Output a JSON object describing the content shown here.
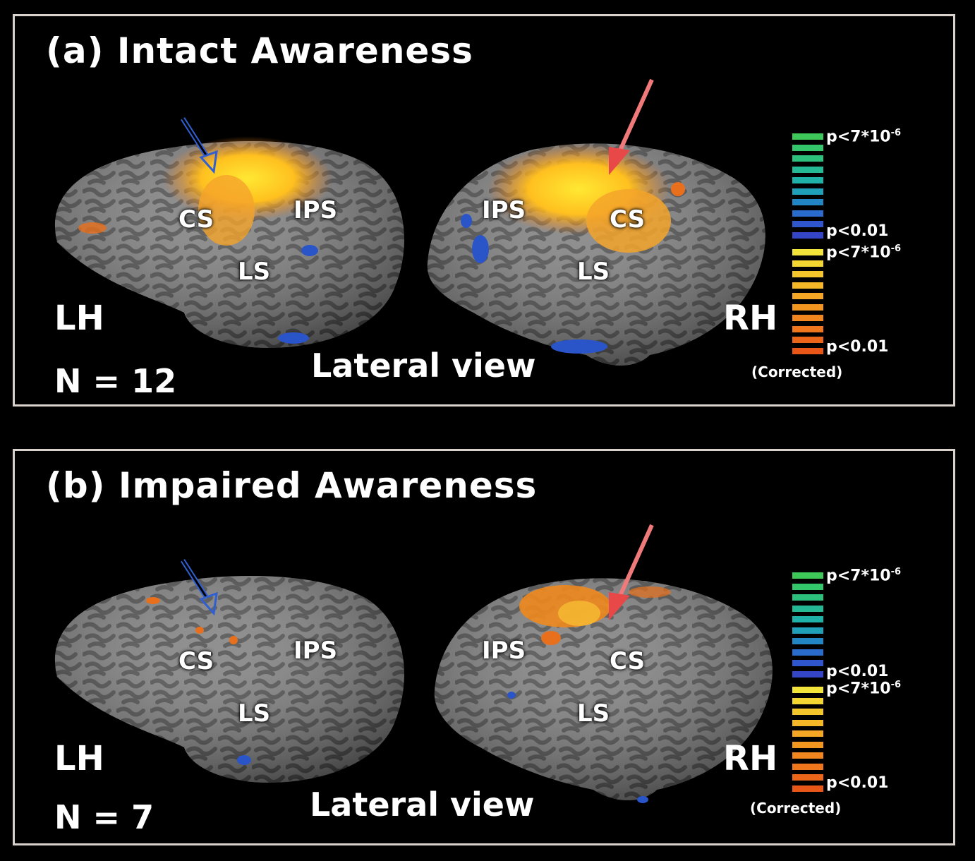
{
  "panel_a": {
    "title": "(a) Intact Awareness",
    "left_hemisphere": "LH",
    "right_hemisphere": "RH",
    "n_label": "N = 12",
    "view_label": "Lateral view",
    "sulci_left": {
      "cs": "CS",
      "ips": "IPS",
      "ls": "LS"
    },
    "sulci_right": {
      "cs": "CS",
      "ips": "IPS",
      "ls": "LS"
    },
    "scale": {
      "cool_top": "p<7*10",
      "cool_top_exp": "-6",
      "cool_bottom": "p<0.01",
      "warm_top": "p<7*10",
      "warm_top_exp": "-6",
      "warm_bottom": "p<0.01",
      "corrected": "(Corrected)"
    }
  },
  "panel_b": {
    "title": "(b) Impaired Awareness",
    "left_hemisphere": "LH",
    "right_hemisphere": "RH",
    "n_label": "N = 7",
    "view_label": "Lateral view",
    "sulci_left": {
      "cs": "CS",
      "ips": "IPS",
      "ls": "LS"
    },
    "sulci_right": {
      "cs": "CS",
      "ips": "IPS",
      "ls": "LS"
    },
    "scale": {
      "cool_top": "p<7*10",
      "cool_top_exp": "-6",
      "cool_bottom": "p<0.01",
      "warm_top": "p<7*10",
      "warm_top_exp": "-6",
      "warm_bottom": "p<0.01",
      "corrected": "(Corrected)"
    }
  },
  "colors": {
    "background": "#000000",
    "frame": "#d9d2cc",
    "cortex": "#7a7a7a",
    "sulcus_dark": "#4a4a4a",
    "activation_yellow": "#ffe033",
    "activation_orange": "#f28a1e",
    "deactivation_blue": "#2a55c9",
    "arrow_left": "#2f5fd0",
    "arrow_right": "#f07a7a"
  },
  "colorbar_cool": [
    "#3fc85a",
    "#34c66a",
    "#2cc07c",
    "#24b894",
    "#1fb0a8",
    "#1fa0b8",
    "#2286c4",
    "#2a6ccc",
    "#2f56cc",
    "#3446c6"
  ],
  "colorbar_warm": [
    "#f2e43a",
    "#f4d632",
    "#f5c62c",
    "#f5b628",
    "#f4a624",
    "#f39620",
    "#f2861e",
    "#ef761c",
    "#ec661a",
    "#e85618"
  ]
}
